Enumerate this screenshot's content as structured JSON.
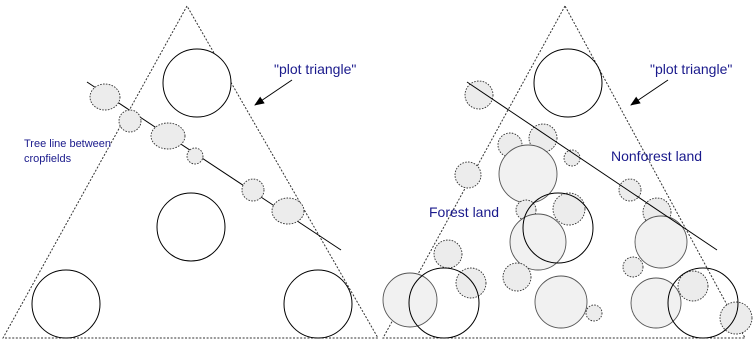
{
  "figure": {
    "left_panel": {
      "callout_label": "\"plot triangle\"",
      "treeline_label_line1": "Tree line between",
      "treeline_label_line2": "cropfields"
    },
    "right_panel": {
      "callout_label": "\"plot triangle\"",
      "forest_label": "Forest land",
      "nonforest_label": "Nonforest land"
    },
    "colors": {
      "label_text": "#1a1a8c",
      "crown_fill": "#ececec",
      "outline": "#000000"
    }
  }
}
